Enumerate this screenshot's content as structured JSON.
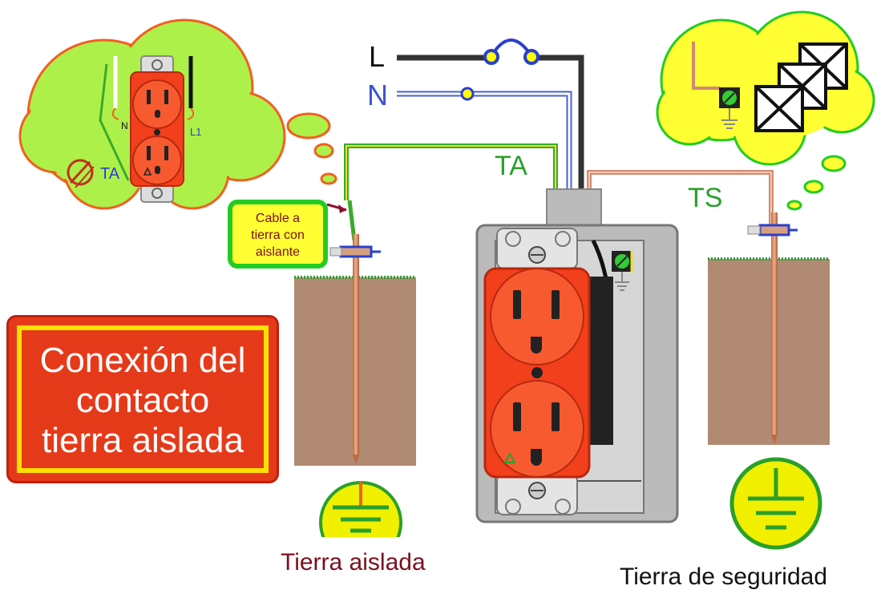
{
  "diagram": {
    "wire_labels": {
      "line": "L",
      "neutral": "N",
      "isolated_ground": "TA",
      "safety_ground": "TS"
    },
    "callout_note": {
      "line1": "Cable a",
      "line2": "tierra con",
      "line3": "aislante"
    },
    "title": {
      "line1": "Conexión del",
      "line2": "contacto",
      "line3": "tierra aislada"
    },
    "bubble_left_labels": {
      "neutral": "N",
      "line": "L1",
      "isolated_ground": "TA"
    },
    "bottom_labels": {
      "isolated_ground": "Tierra aislada",
      "safety_ground": "Tierra de seguridad"
    },
    "colors": {
      "cloud": "#aef04a",
      "line_wire": "#222222",
      "neutral_wire": "#4a5fd0",
      "isolated_ground_wire": "#3aaa2a",
      "safety_ground_wire": "#d08a70",
      "receptacle": "#f2401c",
      "earth": "#b08a72",
      "grass": "#2e9e2e",
      "ground_symbol_fill": "#f0f000",
      "title_box": "#e53a1a",
      "title_border": "#ffe000",
      "note_box": "#ffff33",
      "note_border": "#22cc22"
    }
  }
}
